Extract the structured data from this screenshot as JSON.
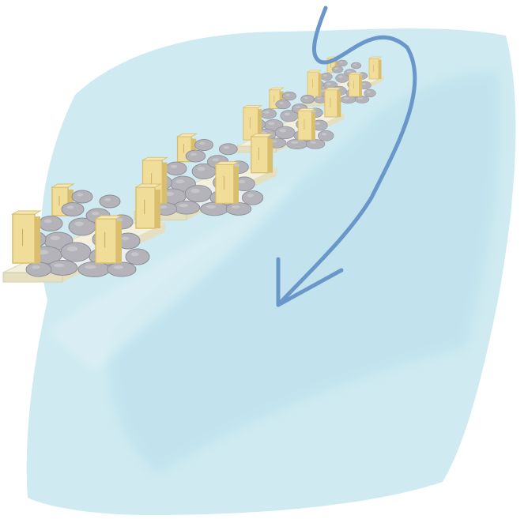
{
  "illustration": {
    "colors": {
      "water": "#cfeaf1",
      "water_deep": "#b9dfea",
      "water_edge": "#dff2f6",
      "arrow": "#6a97c9",
      "wood": "#f1dd9a",
      "wood_dark": "#d9bf6d",
      "wood_line": "#b8973e",
      "base": "#f3f1dd",
      "base_side": "#e3dfc0",
      "rock": "#b3b3b9",
      "rock_dark": "#8e8e96",
      "rock_light": "#c9c9ce",
      "bed": "#e9eef0"
    },
    "structures": [
      {
        "name": "rock-crib-1",
        "scale": 1.0
      },
      {
        "name": "rock-crib-2",
        "scale": 0.88
      },
      {
        "name": "rock-crib-3",
        "scale": 0.66
      },
      {
        "name": "rock-crib-4",
        "scale": 0.5
      }
    ],
    "flow_arrow": {
      "icon": "flow-direction-arrow-icon"
    }
  }
}
